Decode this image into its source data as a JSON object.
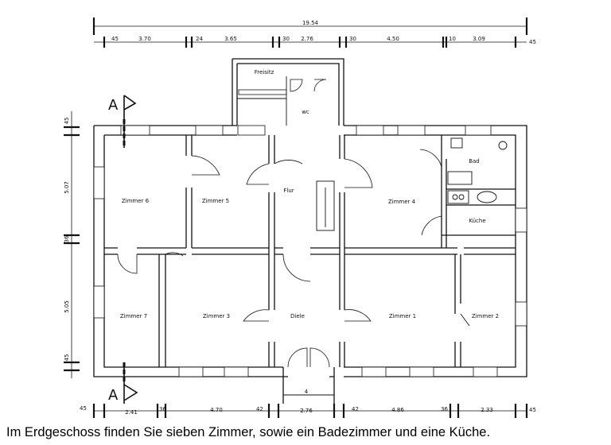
{
  "dimensions": {
    "total": "19.54",
    "top": [
      "45",
      "3.70",
      "24",
      "3.65",
      "30",
      "2.76",
      "30",
      "4.50",
      "10",
      "3.09",
      "45"
    ],
    "bottom": [
      "45",
      "2.41",
      "36",
      "4.70",
      "42",
      "2.76",
      "42",
      "4.86",
      "36",
      "2.33",
      "45"
    ],
    "left": [
      "45",
      "5.07",
      "36",
      "5.05",
      "45"
    ],
    "entrance": "4"
  },
  "rooms": {
    "freisitz": "Freisitz",
    "wc": "wc",
    "zimmer6": "Zimmer 6",
    "zimmer5": "Zimmer 5",
    "flur": "Flur",
    "zimmer4": "Zimmer 4",
    "bad": "Bad",
    "kueche": "Küche",
    "zimmer7": "Zimmer 7",
    "zimmer3": "Zimmer 3",
    "diele": "Diele",
    "zimmer1": "Zimmer 1",
    "zimmer2": "Zimmer 2"
  },
  "section_marks": [
    "A",
    "A"
  ],
  "caption": "Im Erdgeschoss finden Sie sieben Zimmer, sowie ein Badezimmer und eine Küche."
}
